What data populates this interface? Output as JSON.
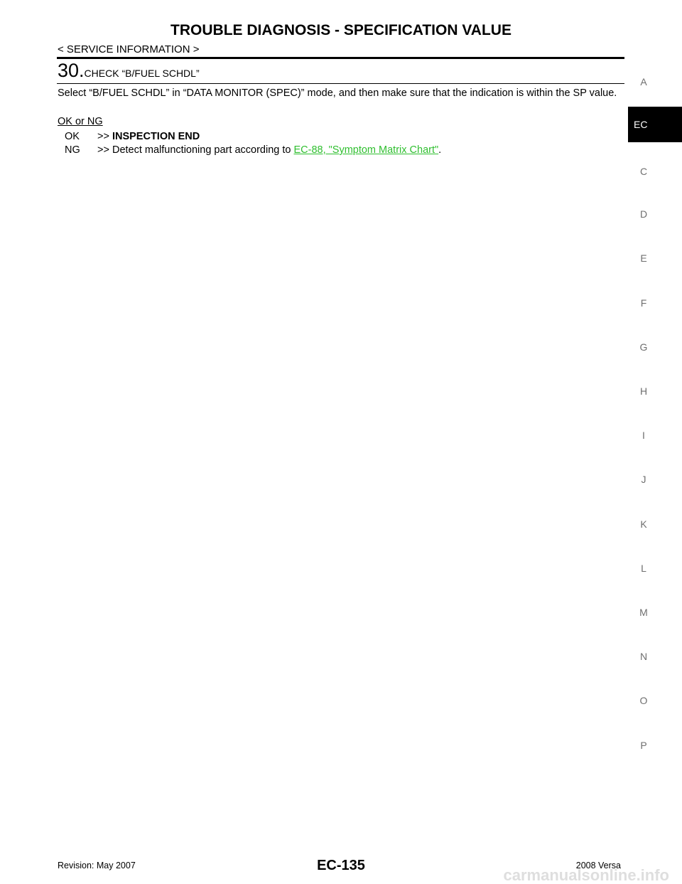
{
  "header": {
    "title": "TROUBLE DIAGNOSIS - SPECIFICATION VALUE",
    "section": "< SERVICE INFORMATION >"
  },
  "step": {
    "number": "30.",
    "title": "CHECK “B/FUEL SCHDL”",
    "instruction": "Select “B/FUEL SCHDL” in “DATA MONITOR (SPEC)” mode, and then make sure that the indication is within the SP value.",
    "result_label": "OK or NG",
    "results": [
      {
        "code": "OK",
        "arrow": ">>",
        "text": "INSPECTION END"
      },
      {
        "code": "NG",
        "arrow": ">>",
        "text": "Detect malfunctioning part according to ",
        "link": "EC-88, \"Symptom Matrix Chart\"",
        "suffix": "."
      }
    ]
  },
  "side_index": {
    "letters": [
      "A",
      "EC",
      "C",
      "D",
      "E",
      "F",
      "G",
      "H",
      "I",
      "J",
      "K",
      "L",
      "M",
      "N",
      "O",
      "P"
    ],
    "active": "EC"
  },
  "footer": {
    "revision": "Revision: May 2007",
    "page": "EC-135",
    "model": "2008 Versa",
    "watermark": "carmanualsonline.info"
  },
  "colors": {
    "link": "#2fbf2f",
    "active_tab_bg": "#000000",
    "index_letter": "#6f6f6f"
  }
}
